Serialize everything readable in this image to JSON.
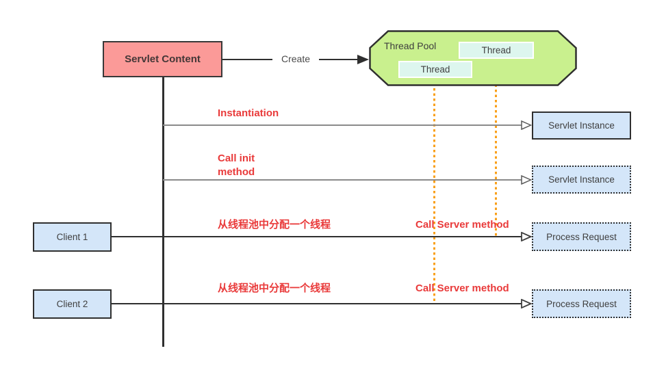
{
  "diagram": {
    "nodes": {
      "servlet_content": "Servlet Content",
      "thread_pool_title": "Thread Pool",
      "thread_1": "Thread",
      "thread_2": "Thread",
      "servlet_instance_1": "Servlet Instance",
      "servlet_instance_2": "Servlet Instance",
      "client_1": "Client 1",
      "client_2": "Client 2",
      "process_request_1": "Process Request",
      "process_request_2": "Process Request"
    },
    "edges": {
      "create": "Create",
      "instantiation": "Instantiation",
      "call_init_line1": "Call init",
      "call_init_line2": "method",
      "allocate_thread_1": "从线程池中分配一个线程",
      "call_server_1": "Call Server method",
      "allocate_thread_2": "从线程池中分配一个线程",
      "call_server_2": "Call Server method"
    },
    "colors": {
      "red_label": "#e93a3a",
      "orange_dotted": "#f9a01b",
      "pool_green": "#c9f08e",
      "node_pink": "#fb9a98",
      "node_blue": "#d4e6f9",
      "thread_mint": "#ddf6ee",
      "line_dark": "#2f2f2f",
      "line_gray": "#8a8a8a"
    }
  }
}
